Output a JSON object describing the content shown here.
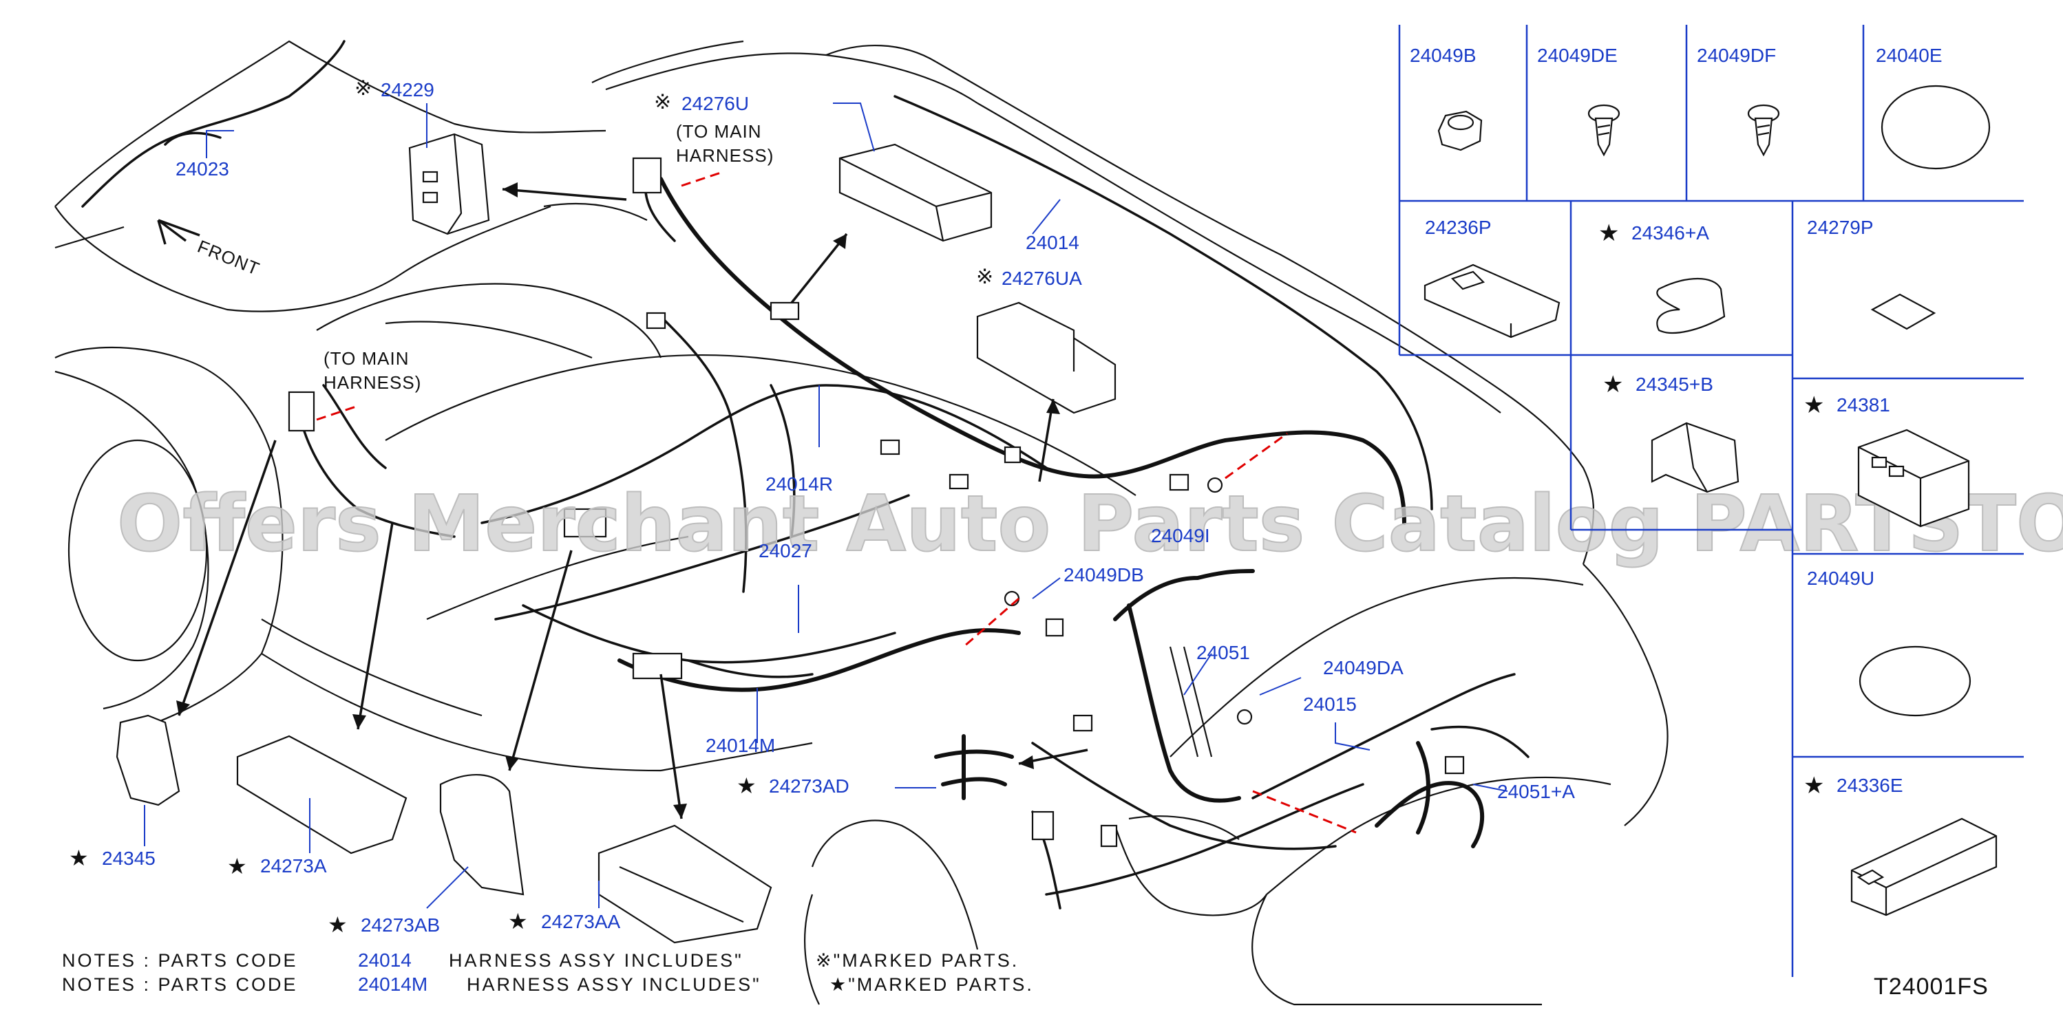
{
  "parts": {
    "p24023": "24023",
    "p24229": "24229",
    "p24276U": "24276U",
    "to_main_1": "(TO   MAIN",
    "harness_1": "HARNESS)",
    "to_main_2": "(TO   MAIN",
    "harness_2": "HARNESS)",
    "front": "FRONT",
    "p24014": "24014",
    "p24276UA": "24276UA",
    "p24014R": "24014R",
    "p24049I": "24049I",
    "p24027": "24027",
    "p24049DB": "24049DB",
    "p24051": "24051",
    "p24049DA": "24049DA",
    "p24015": "24015",
    "p24014M": "24014M",
    "p24273AD": "24273AD",
    "p24051A": "24051+A",
    "p24345": "24345",
    "p24273A": "24273A",
    "p24273AB": "24273AB",
    "p24273AA": "24273AA"
  },
  "markers": {
    "asterisk": "※",
    "star": "★"
  },
  "legend": {
    "row1": [
      "24049B",
      "24049DE",
      "24049DF",
      "24040E"
    ],
    "row2": [
      "24236P",
      "24346+A",
      "24279P"
    ],
    "row3": [
      "24345+B",
      "24381"
    ],
    "row4": [
      "24049U"
    ],
    "row5": [
      "24336E"
    ]
  },
  "notes": {
    "line1_prefix": "NOTES  :  PARTS  CODE",
    "line1_code": "24014",
    "line1_suffix": "HARNESS  ASSY  INCLUDES\"",
    "line1_mark": "※\"MARKED  PARTS.",
    "line2_prefix": "NOTES  :  PARTS  CODE",
    "line2_code": "24014M",
    "line2_suffix": "HARNESS  ASSY  INCLUDES\"",
    "line2_mark": "★\"MARKED  PARTS."
  },
  "diagram_code": "T24001FS",
  "watermark": "Offers Merchant Auto Parts Catalog PARTSTORE.SA",
  "colors": {
    "label": "#1a3cc8",
    "ink": "#111111",
    "accent": "#e00000",
    "watermark": "#d0d0d0"
  }
}
